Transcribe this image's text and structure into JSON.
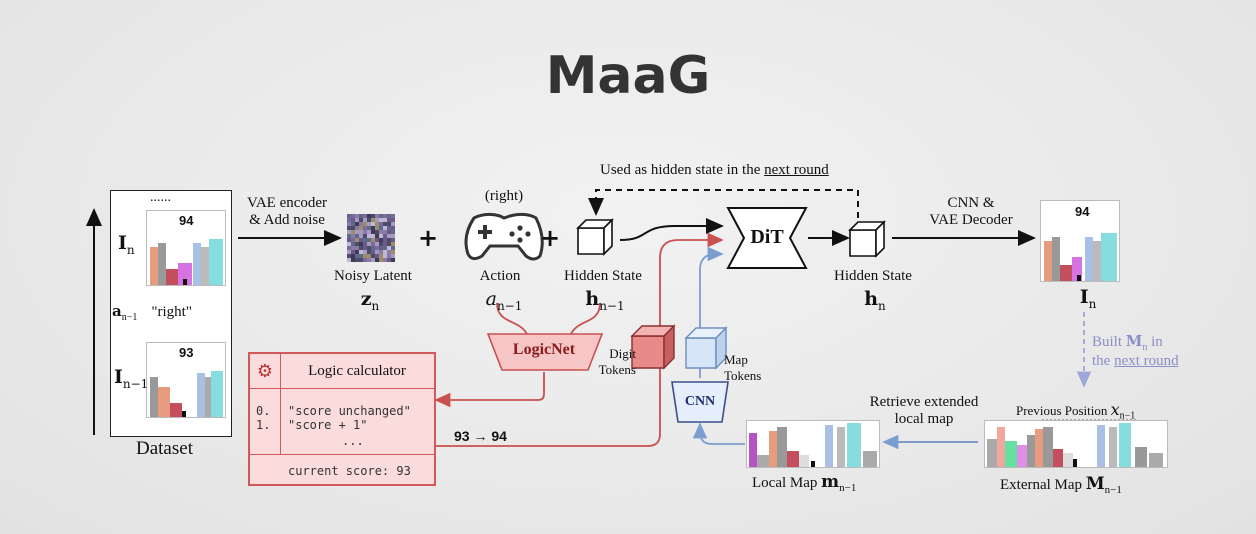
{
  "title": "MaaG",
  "dataset": {
    "dots": "......",
    "frame_top_label": "I",
    "frame_top_sub": "n",
    "action_label": "a",
    "action_sub": "n−1",
    "action_value": "\"right\"",
    "frame_bottom_label": "I",
    "frame_bottom_sub": "n−1",
    "caption": "Dataset",
    "score_top": "94",
    "score_bottom": "93"
  },
  "vae_encoder": {
    "line1": "VAE encoder",
    "line2": "& Add noise"
  },
  "noisy_latent": {
    "label": "Noisy Latent",
    "symbol": "z",
    "sub": "n"
  },
  "action": {
    "top": "(right)",
    "label": "Action",
    "symbol": "a",
    "sub": "n−1"
  },
  "hidden_state_prev": {
    "label": "Hidden State",
    "symbol": "h",
    "sub": "n−1"
  },
  "hidden_state_next": {
    "label": "Hidden State",
    "symbol": "h",
    "sub": "n"
  },
  "plus": "+",
  "feedback": {
    "text_pre": "Used as hidden state in the ",
    "text_link": "next round"
  },
  "dit": "DiT",
  "decoder": {
    "line1": "CNN &",
    "line2": "VAE Decoder"
  },
  "output": {
    "score": "94",
    "symbol": "I",
    "sub": "n"
  },
  "built": {
    "pre": "Built ",
    "symbol": "M",
    "sub": "n",
    "post": " in",
    "line2_pre": "the ",
    "line2_link": "next round"
  },
  "logicnet": "LogicNet",
  "digit_tokens": {
    "line1": "Digit",
    "line2": "Tokens"
  },
  "map_tokens": {
    "line1": "Map",
    "line2": "Tokens"
  },
  "cnn": "CNN",
  "logic_calc": {
    "gear": "⚙",
    "title": "Logic calculator",
    "rows": [
      {
        "idx": "0.",
        "text": "\"score unchanged\""
      },
      {
        "idx": "1.",
        "text": "\"score + 1\""
      }
    ],
    "ellipsis": "...",
    "footer": "current score: 93"
  },
  "score_change": "93 → 94",
  "retrieve": {
    "line1": "Retrieve extended",
    "line2": "local map"
  },
  "previous_position": {
    "label": "Previous Position ",
    "symbol": "x",
    "sub": "n−1"
  },
  "external_map": {
    "label": "External Map ",
    "symbol": "M",
    "sub": "n−1"
  },
  "local_map": {
    "label": "Local Map ",
    "symbol": "m",
    "sub": "n−1"
  },
  "colors": {
    "red": "#c9504f",
    "blue": "#7a9fcf",
    "pink_fill": "#f6c6c6",
    "blue_fill": "#cfe0f6",
    "lavender": "#8c8ec8"
  }
}
